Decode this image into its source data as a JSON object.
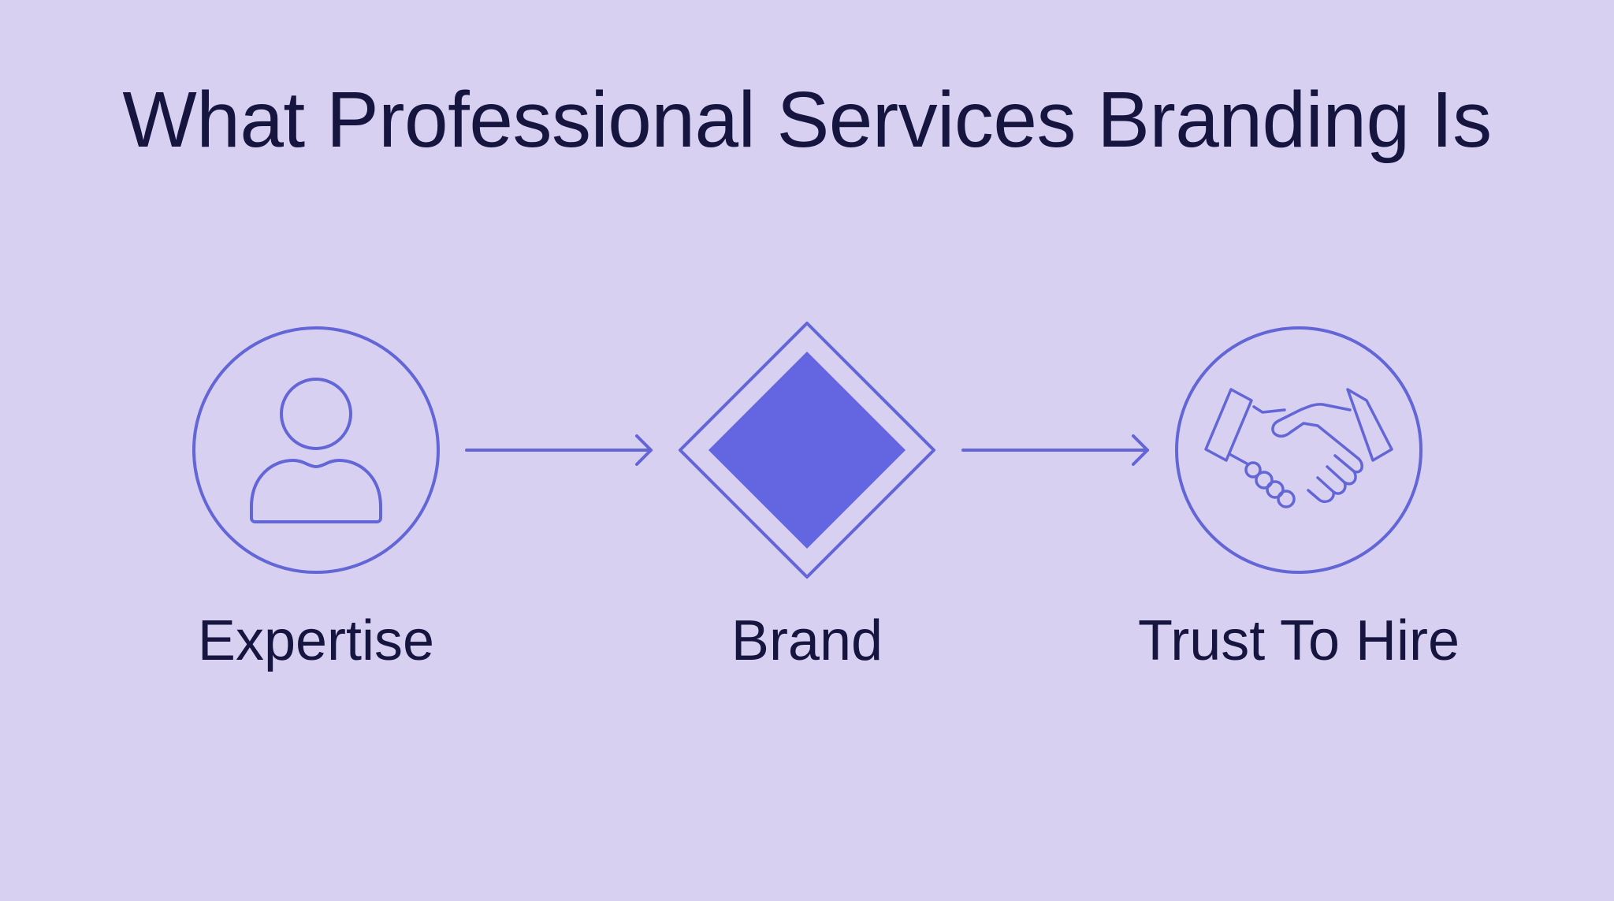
{
  "title": "What Professional Services Branding Is",
  "nodes": [
    {
      "label": "Expertise",
      "icon": "person-icon"
    },
    {
      "label": "Brand",
      "icon": "diamond-icon"
    },
    {
      "label": "Trust To Hire",
      "icon": "handshake-icon"
    }
  ],
  "colors": {
    "background": "#d8d0f1",
    "stroke": "#6366d6",
    "fill": "#6366e0",
    "text": "#15153f"
  }
}
